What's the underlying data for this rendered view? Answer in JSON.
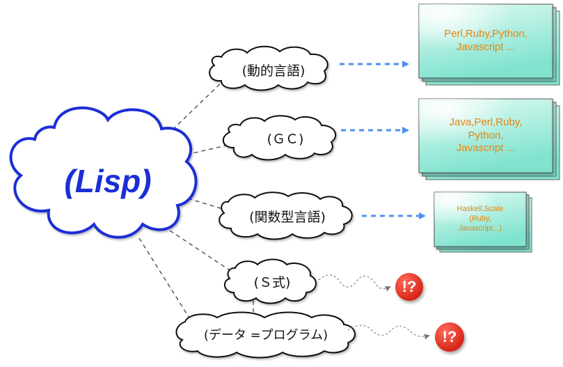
{
  "center": {
    "label": "(Lisp)"
  },
  "branches": [
    {
      "label": "(動的言語)",
      "target": "Perl,Ruby,Python,\nJavascript ..."
    },
    {
      "label": "(ＧＣ)",
      "target": "Java,Perl,Ruby,\nPython,\nJavascript ..."
    },
    {
      "label": "(関数型言語)",
      "target": "Haskell,Scale\n(Ruby,\nJavascript...)"
    },
    {
      "label": "(Ｓ式)",
      "target": "!?"
    },
    {
      "label": "(データ =プログラム)",
      "target": "!?"
    }
  ],
  "colors": {
    "lisp": "#1a2fd6",
    "card_top": "#e4fbf4",
    "card_bottom": "#7fe3cf",
    "card_text": "#e8840c",
    "arrow": "#4a90f0",
    "badge": "#e52b1c"
  },
  "icons": {
    "cloud": "cloud-shape",
    "card": "stacked-card",
    "badge": "exclamation-question-badge"
  }
}
